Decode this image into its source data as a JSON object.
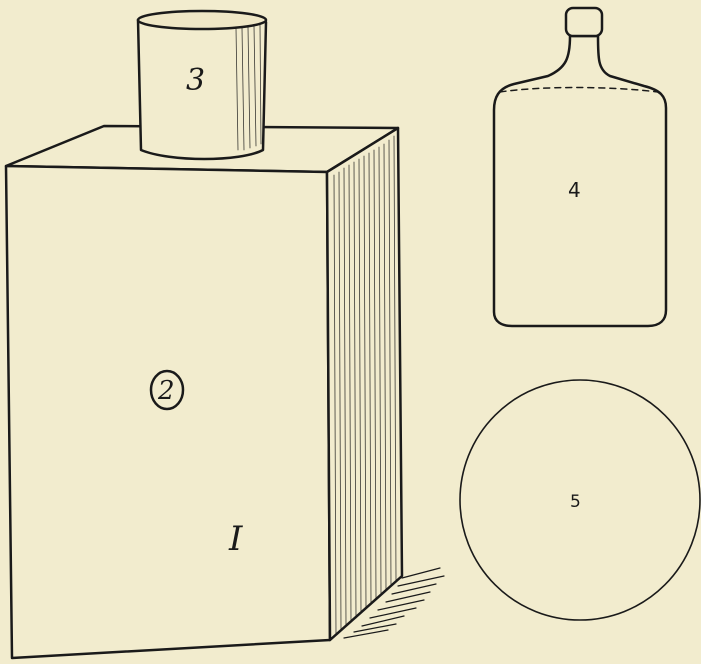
{
  "labels": {
    "box_front": "I",
    "box_face": "2",
    "cup": "3",
    "bottle": "4",
    "disc": "5"
  },
  "colors": {
    "paper": "#f2ecce",
    "ink": "#1a1a1a"
  }
}
